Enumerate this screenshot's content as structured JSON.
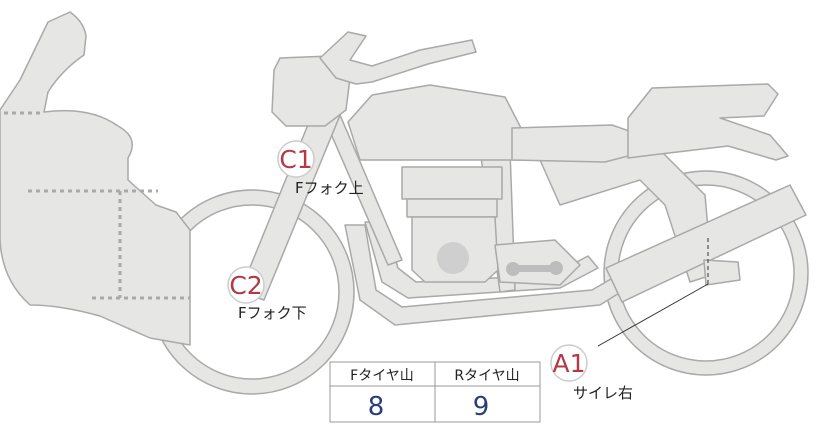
{
  "markers": {
    "c1": {
      "code": "C1",
      "label": "Fフォク上"
    },
    "c2": {
      "code": "C2",
      "label": "Fフォク下"
    },
    "a1": {
      "code": "A1",
      "label": "サイレ右"
    }
  },
  "tread_table": {
    "headers": [
      "Fタイヤ山",
      "Rタイヤ山"
    ],
    "values": [
      "8",
      "9"
    ]
  },
  "colors": {
    "body_fill": "#e6e6e4",
    "outline": "#a9a9a9",
    "marker_text": "#b23a48",
    "value_text": "#2c3e7a"
  }
}
